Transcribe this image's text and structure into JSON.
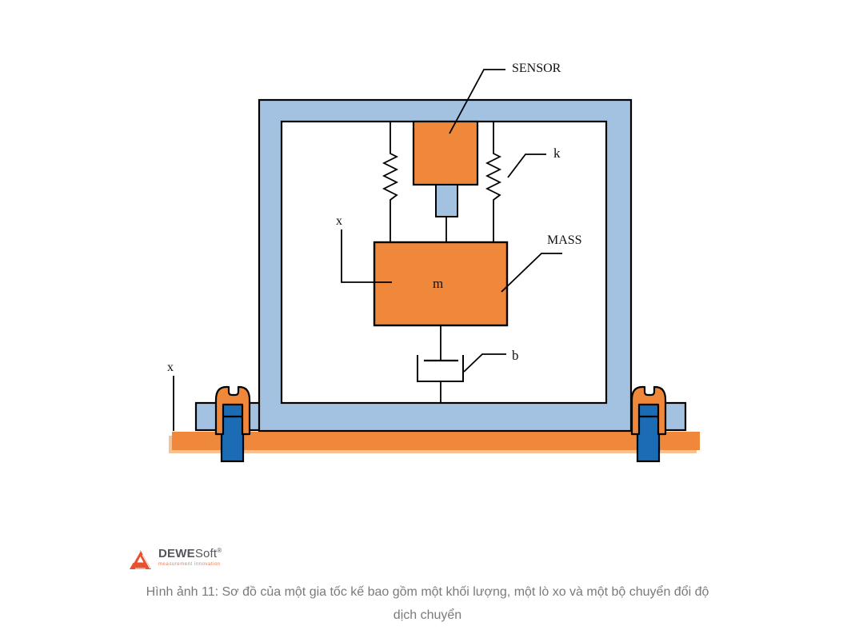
{
  "diagram": {
    "labels": {
      "sensor": "SENSOR",
      "spring_constant": "k",
      "mass_title": "MASS",
      "mass_symbol": "m",
      "damping": "b",
      "displacement_inner": "x",
      "displacement_outer": "x"
    },
    "colors": {
      "frame_blue": "#a3c2e2",
      "component_orange": "#f0883c",
      "orange_shadow": "#f7c191",
      "bolt_blue": "#1b6cb4",
      "outline_black": "#000000",
      "logo_red": "#e8512f",
      "logo_gray": "#54565b",
      "tagline_orange": "#e08060",
      "caption_gray": "#7a7a7a"
    }
  },
  "footer": {
    "logo": {
      "brand_bold": "DEWE",
      "brand_regular": "Soft",
      "registered": "®",
      "tagline": "measurement innovation"
    },
    "caption_line1": "Hình ảnh 11: Sơ đồ của một gia tốc kế bao gồm một khối lượng, một lò xo và một bộ chuyển đổi độ",
    "caption_line2": "dịch chuyển"
  }
}
